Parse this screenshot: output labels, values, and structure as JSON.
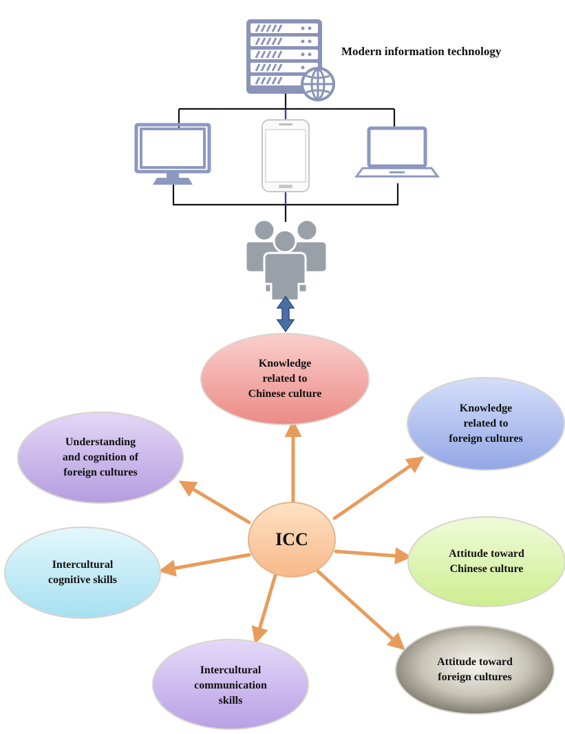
{
  "header": {
    "title": "Modern information technology"
  },
  "icons": {
    "server": "server-globe-icon",
    "devices": [
      "desktop-monitor-icon",
      "smartphone-icon",
      "laptop-icon"
    ],
    "users": "users-group-icon",
    "link": "double-arrow-icon"
  },
  "center": {
    "label": "ICC"
  },
  "nodes": [
    {
      "id": "chinese-knowledge",
      "lines": [
        "Knowledge",
        "related to",
        "Chinese culture"
      ]
    },
    {
      "id": "foreign-knowledge",
      "lines": [
        "Knowledge",
        "related to",
        "foreign cultures"
      ]
    },
    {
      "id": "understanding",
      "lines": [
        "Understanding",
        "and cognition of",
        "foreign cultures"
      ]
    },
    {
      "id": "attitude-chinese",
      "lines": [
        "Attitude toward",
        "Chinese culture"
      ]
    },
    {
      "id": "cognitive-skills",
      "lines": [
        "Intercultural",
        "cognitive skills"
      ]
    },
    {
      "id": "attitude-foreign",
      "lines": [
        "Attitude toward",
        "foreign cultures"
      ]
    },
    {
      "id": "communication-skills",
      "lines": [
        "Intercultural",
        "communication",
        "skills"
      ]
    }
  ],
  "colors": {
    "connector": "#e89c5c",
    "device": "#8d98c0",
    "users": "#9aa0a8",
    "link_arrow": "#4a6fa5",
    "node_fills": {
      "center": "#fbcfa6",
      "chinese-knowledge": "#f2a6a2",
      "foreign-knowledge": "#aebdf0",
      "understanding": "#c9b5ea",
      "attitude-chinese": "#dcf5b0",
      "cognitive-skills": "#c2ecf7",
      "attitude-foreign": "#a9a696",
      "communication-skills": "#cdb9ee"
    }
  }
}
